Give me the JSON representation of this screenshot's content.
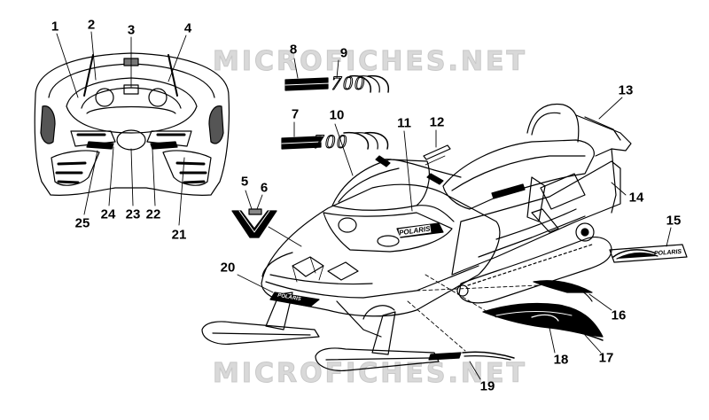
{
  "watermark": {
    "text_top": "MICROFICHES.NET",
    "text_bottom": "MICROFICHES.NET"
  },
  "decal_text": {
    "polaris_hood": "POLARIS",
    "polaris_nose": "POLARIS",
    "polaris_side": "POLARIS"
  },
  "callouts": [
    "1",
    "2",
    "3",
    "4",
    "5",
    "6",
    "7",
    "8",
    "9",
    "10",
    "11",
    "12",
    "13",
    "14",
    "15",
    "16",
    "17",
    "18",
    "19",
    "20",
    "21",
    "22",
    "23",
    "24",
    "25"
  ],
  "colors": {
    "ink": "#000000",
    "watermark": "#d9d9d9",
    "background": "#ffffff"
  }
}
